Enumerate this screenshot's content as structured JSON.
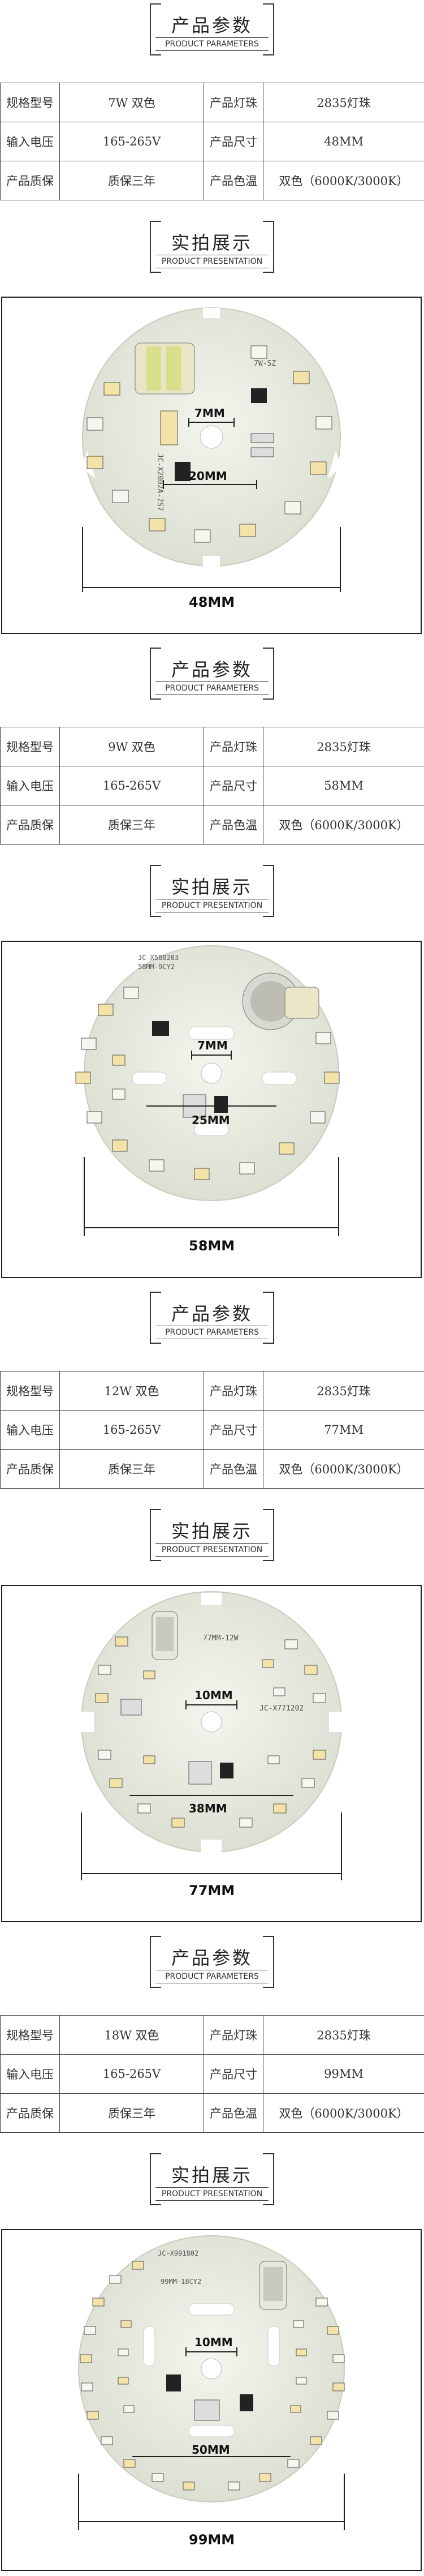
{
  "sections": [
    {
      "params_title": {
        "zh": "产品参数",
        "en": "PRODUCT PARAMETERS"
      },
      "table": [
        [
          "规格型号",
          "7W 双色",
          "产品灯珠",
          "2835灯珠"
        ],
        [
          "输入电压",
          "165-265V",
          "产品尺寸",
          "48MM"
        ],
        [
          "产品质保",
          "质保三年",
          "产品色温",
          "双色（6000K/3000K）"
        ]
      ],
      "photo_title": {
        "zh": "实拍展示",
        "en": "PRODUCT PRESENTATION"
      },
      "photo": {
        "inner": "7MM",
        "middle": "20MM",
        "outer": "48MM",
        "board_text": "7W-SZ",
        "model": "JC-X2002A-7S7"
      }
    },
    {
      "params_title": {
        "zh": "产品参数",
        "en": "PRODUCT PARAMETERS"
      },
      "table": [
        [
          "规格型号",
          "9W 双色",
          "产品灯珠",
          "2835灯珠"
        ],
        [
          "输入电压",
          "165-265V",
          "产品尺寸",
          "58MM"
        ],
        [
          "产品质保",
          "质保三年",
          "产品色温",
          "双色（6000K/3000K）"
        ]
      ],
      "photo_title": {
        "zh": "实拍展示",
        "en": "PRODUCT PRESENTATION"
      },
      "photo": {
        "inner": "7MM",
        "middle": "25MM",
        "outer": "58MM",
        "board_text": "58MM-9CY2",
        "model": "JC-X580203"
      }
    },
    {
      "params_title": {
        "zh": "产品参数",
        "en": "PRODUCT PARAMETERS"
      },
      "table": [
        [
          "规格型号",
          "12W 双色",
          "产品灯珠",
          "2835灯珠"
        ],
        [
          "输入电压",
          "165-265V",
          "产品尺寸",
          "77MM"
        ],
        [
          "产品质保",
          "质保三年",
          "产品色温",
          "双色（6000K/3000K）"
        ]
      ],
      "photo_title": {
        "zh": "实拍展示",
        "en": "PRODUCT PRESENTATION"
      },
      "photo": {
        "inner": "10MM",
        "middle": "38MM",
        "outer": "77MM",
        "board_text": "77MM-12W",
        "model": "JC-X771202"
      }
    },
    {
      "params_title": {
        "zh": "产品参数",
        "en": "PRODUCT PARAMETERS"
      },
      "table": [
        [
          "规格型号",
          "18W 双色",
          "产品灯珠",
          "2835灯珠"
        ],
        [
          "输入电压",
          "165-265V",
          "产品尺寸",
          "99MM"
        ],
        [
          "产品质保",
          "质保三年",
          "产品色温",
          "双色（6000K/3000K）"
        ]
      ],
      "photo_title": {
        "zh": "实拍展示",
        "en": "PRODUCT PRESENTATION"
      },
      "photo": {
        "inner": "10MM",
        "middle": "50MM",
        "outer": "99MM",
        "board_text": "99MM-18CY2",
        "model": "JC-X991802"
      }
    }
  ]
}
